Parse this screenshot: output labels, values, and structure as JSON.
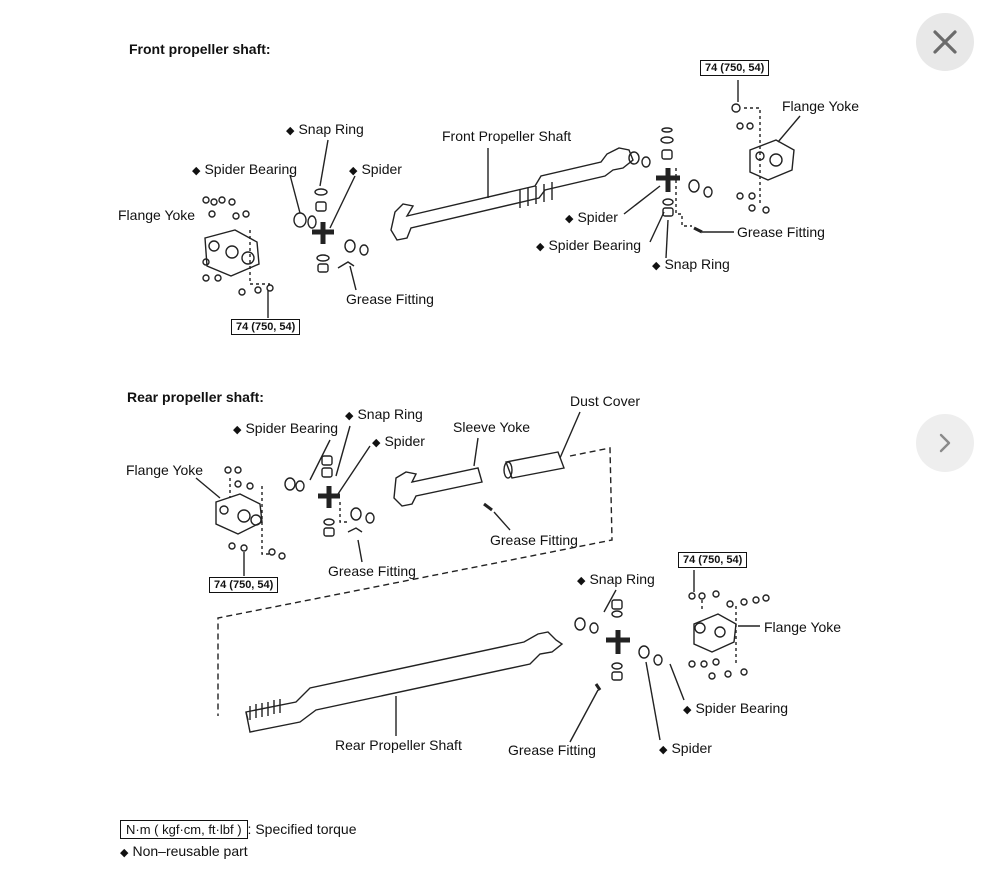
{
  "viewer": {
    "close_icon": "close-icon",
    "next_icon": "chevron-right-icon"
  },
  "front": {
    "heading": "Front propeller shaft:",
    "labels": {
      "snap_ring_left": "Snap Ring",
      "spider_bearing_left": "Spider Bearing",
      "spider_left": "Spider",
      "flange_yoke_left": "Flange Yoke",
      "grease_fitting_left": "Grease Fitting",
      "torque_left": "74 (750, 54)",
      "front_propeller_shaft": "Front Propeller Shaft",
      "torque_right": "74 (750, 54)",
      "flange_yoke_right": "Flange Yoke",
      "spider_right": "Spider",
      "spider_bearing_right": "Spider Bearing",
      "snap_ring_right": "Snap Ring",
      "grease_fitting_right": "Grease Fitting"
    }
  },
  "rear": {
    "heading": "Rear propeller shaft:",
    "labels": {
      "spider_bearing_top": "Spider Bearing",
      "snap_ring_top": "Snap Ring",
      "spider_top": "Spider",
      "flange_yoke_left": "Flange Yoke",
      "torque_left": "74 (750, 54)",
      "grease_fitting_left": "Grease Fitting",
      "sleeve_yoke": "Sleeve Yoke",
      "dust_cover": "Dust Cover",
      "grease_fitting_sleeve": "Grease Fitting",
      "snap_ring_bottom": "Snap Ring",
      "torque_right": "74 (750, 54)",
      "flange_yoke_right": "Flange Yoke",
      "spider_bearing_bottom": "Spider Bearing",
      "spider_bottom": "Spider",
      "grease_fitting_bottom": "Grease Fitting",
      "rear_propeller_shaft": "Rear Propeller Shaft"
    }
  },
  "legend": {
    "torque_unit_box": "N·m ( kgf·cm, ft·lbf )",
    "torque_text": ": Specified torque",
    "nonreusable_symbol": "◆",
    "nonreusable_text": "Non–reusable part"
  }
}
